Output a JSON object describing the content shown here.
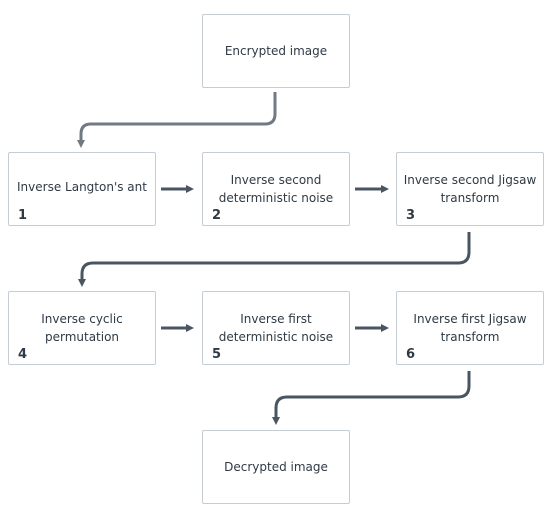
{
  "nodes": {
    "encrypted": {
      "label": "Encrypted image"
    },
    "step1": {
      "label": "Inverse Langton's ant",
      "number": "1"
    },
    "step2": {
      "label": "Inverse second deterministic noise",
      "number": "2"
    },
    "step3": {
      "label": "Inverse second Jigsaw transform",
      "number": "3"
    },
    "step4": {
      "label": "Inverse cyclic permutation",
      "number": "4"
    },
    "step5": {
      "label": "Inverse first deterministic noise",
      "number": "5"
    },
    "step6": {
      "label": "Inverse first Jigsaw transform",
      "number": "6"
    },
    "decrypted": {
      "label": "Decrypted image"
    }
  },
  "colors": {
    "arrow_dark": "#4a5562",
    "arrow_light": "#6f7a85",
    "box_border": "#c5ccd3"
  }
}
